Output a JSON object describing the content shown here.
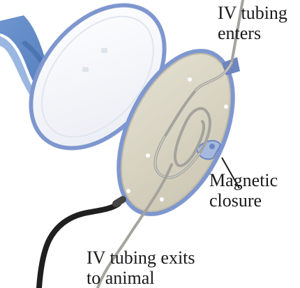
{
  "labels": {
    "tubing_enters": {
      "line1": "IV tubing",
      "line2": "enters"
    },
    "magnetic_closure": {
      "line1": "Magnetic",
      "line2": "closure"
    },
    "tubing_exits": {
      "line1": "IV tubing exits",
      "line2": "to animal"
    }
  },
  "colors": {
    "device_rim": "#7f97cf",
    "lid_face": "#f8f9fc",
    "base_plate": "#d9d5c4",
    "tubing": "#a4a39d",
    "cable": "#1f1f1f",
    "strap": "#5d86c2"
  }
}
